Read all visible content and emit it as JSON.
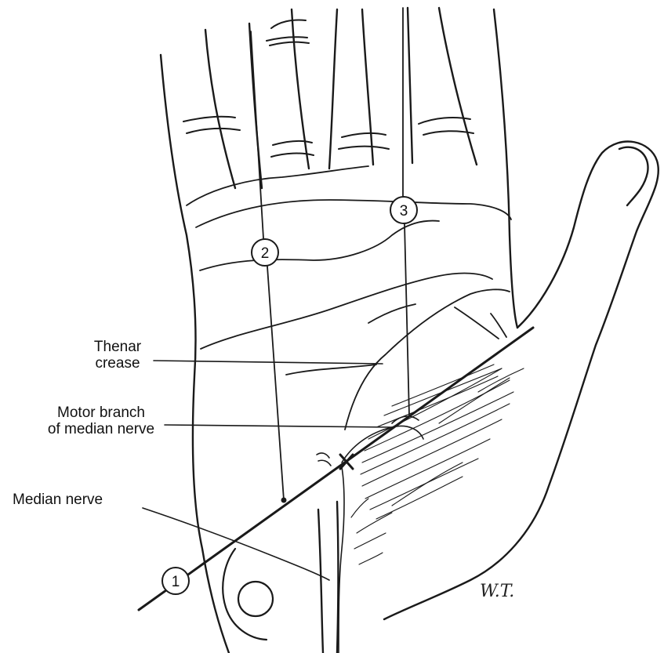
{
  "labels": {
    "thenar_crease": [
      "Thenar",
      "crease"
    ],
    "motor_branch": [
      "Motor branch",
      "of median nerve"
    ],
    "median_nerve": "Median nerve"
  },
  "markers": [
    "1",
    "2",
    "3"
  ],
  "signature": "W.T.",
  "colors": {
    "ink": "#1a1a1a",
    "paper": "#ffffff"
  }
}
